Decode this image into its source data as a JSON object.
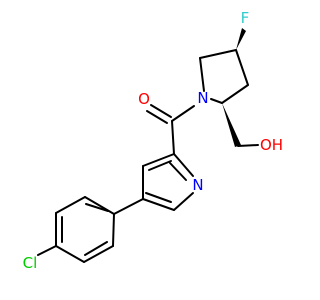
{
  "molecule": {
    "atoms": {
      "oxygen_carbonyl": {
        "label": "O",
        "color": "#ff0000"
      },
      "nitrogen_pyrrolidine": {
        "label": "N",
        "color": "#0000ff"
      },
      "fluorine": {
        "label": "F",
        "color": "#33cccc"
      },
      "hydroxyl": {
        "label": "OH",
        "color": "#ff0000"
      },
      "nitrogen_pyridine": {
        "label": "N",
        "color": "#0000ff"
      },
      "chlorine": {
        "label": "Cl",
        "color": "#00cc00"
      }
    },
    "bond_color": "#000000"
  }
}
